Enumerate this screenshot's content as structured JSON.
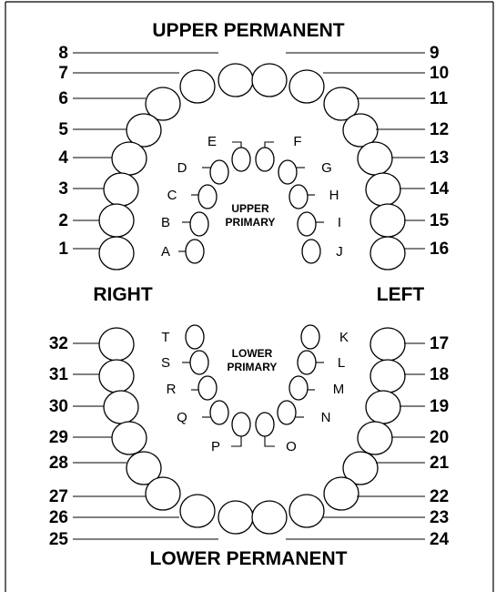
{
  "titles": {
    "upper_permanent": "UPPER PERMANENT",
    "lower_permanent": "LOWER PERMANENT",
    "right": "RIGHT",
    "left": "LEFT",
    "upper_primary": [
      "UPPER",
      "PRIMARY"
    ],
    "lower_primary": [
      "LOWER",
      "PRIMARY"
    ]
  },
  "upper_permanent_teeth": [
    "8",
    "7",
    "6",
    "5",
    "4",
    "3",
    "2",
    "1",
    "9",
    "10",
    "11",
    "12",
    "13",
    "14",
    "15",
    "16"
  ],
  "lower_permanent_teeth": [
    "32",
    "31",
    "30",
    "29",
    "28",
    "27",
    "26",
    "25",
    "17",
    "18",
    "19",
    "20",
    "21",
    "22",
    "23",
    "24"
  ],
  "upper_primary_teeth": [
    "A",
    "B",
    "C",
    "D",
    "E",
    "F",
    "G",
    "H",
    "I",
    "J"
  ],
  "lower_primary_teeth": [
    "K",
    "L",
    "M",
    "N",
    "O",
    "P",
    "Q",
    "R",
    "S",
    "T"
  ]
}
